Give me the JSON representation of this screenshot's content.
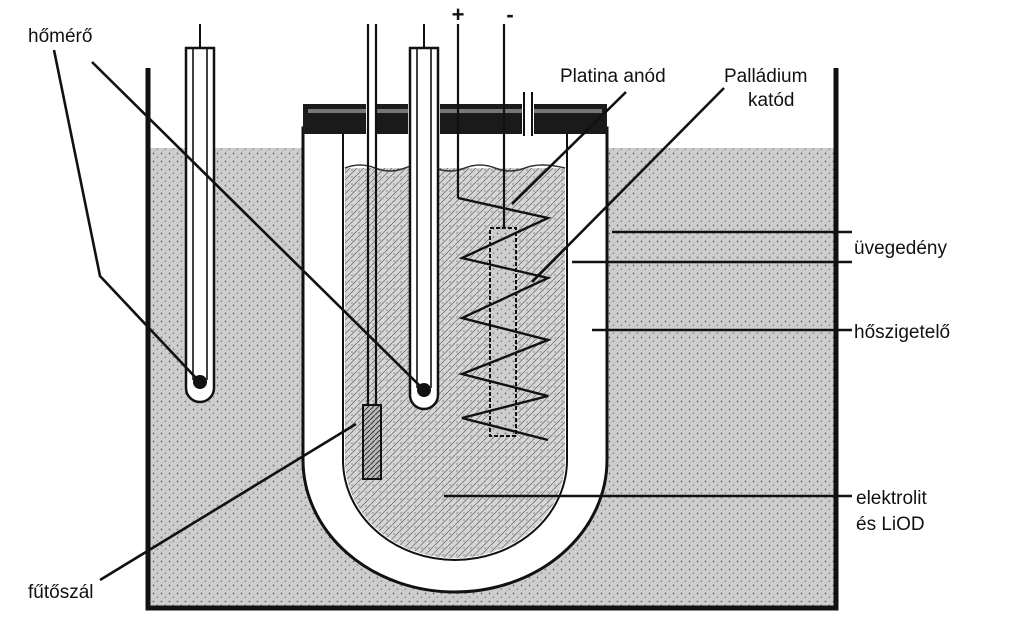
{
  "labels": {
    "thermometer": "hőmérő",
    "platinum_anode": "Platina anód",
    "palladium_cathode_line1": "Palládium",
    "palladium_cathode_line2": "katód",
    "glass_vessel": "üvegedény",
    "insulator": "hőszigetelő",
    "electrolyte_line1": "elektrolit",
    "electrolyte_line2": "és LiOD",
    "heating_wire": "fűtőszál",
    "plus": "+",
    "minus": "-"
  },
  "colors": {
    "ink": "#111111",
    "insulation_fill": "#c9c9c9",
    "electrolyte_fill": "#d4d4d4",
    "glass": "#ffffff",
    "lid": "#1a1a1a"
  }
}
